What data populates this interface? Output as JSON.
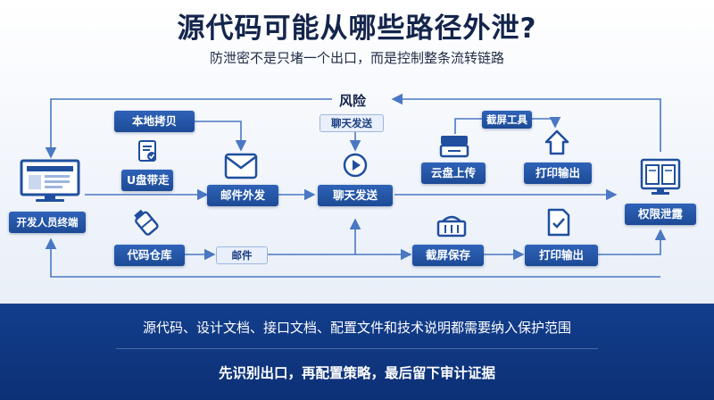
{
  "header": {
    "title": "源代码可能从哪些路径外泄?",
    "subtitle": "防泄密不是只堵一个出口，而是控制整条流转链路"
  },
  "diagram": {
    "risk_label": "风险",
    "nodes": {
      "dev_terminal": "开发人员终端",
      "local_copy": "本地拷贝",
      "usb": "U盘带走",
      "email_out": "邮件外发",
      "chat_send_tag": "聊天发送",
      "chat_send": "聊天发送",
      "screenshot_tool": "截屏工具",
      "cloud_upload": "云盘上传",
      "print_out_top": "打印输出",
      "code_repo": "代码仓库",
      "email_tag": "邮件",
      "screenshot_save": "截屏保存",
      "print_out_bottom": "打印输出",
      "permission_leak": "权限泄露"
    },
    "colors": {
      "node_blue": "#1f4f9e",
      "line_blue": "#4a78c2",
      "title_navy": "#14254c"
    }
  },
  "footer": {
    "line1": "源代码、设计文档、接口文档、配置文件和技术说明都需要纳入保护范围",
    "line2": "先识别出口，再配置策略，最后留下审计证据"
  }
}
